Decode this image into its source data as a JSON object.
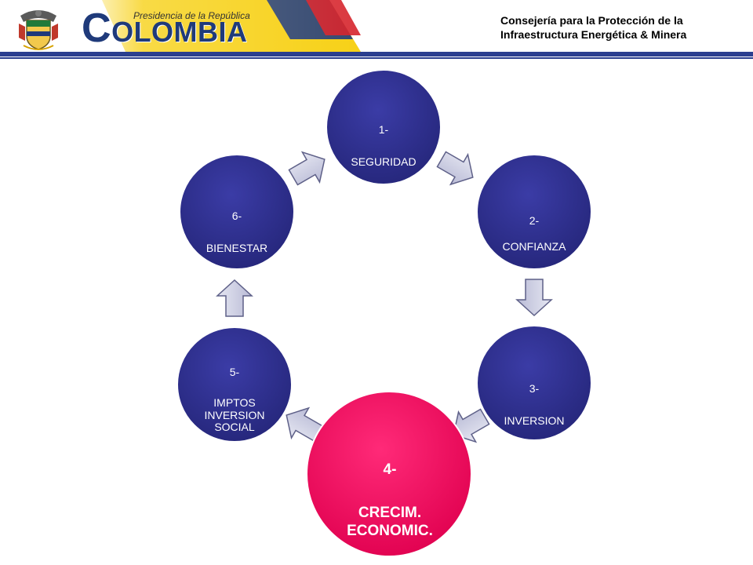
{
  "header": {
    "logo_small": "Presidencia de la República",
    "logo_big": "COLOMBIA",
    "org_line1": "Consejería para la Protección de la",
    "org_line2": "Infraestructura Energética & Minera"
  },
  "colors": {
    "node_fill": "#2e2f8e",
    "highlight_fill": "#f5005c",
    "arrow_fill": "#c9cbe0",
    "rule": "#2b3f8f",
    "flag_yellow": "#f7d117",
    "flag_blue": "#1f3a7a",
    "flag_red": "#d6222a"
  },
  "cycle": {
    "nodes": [
      {
        "number": "1-",
        "label": "SEGURIDAD"
      },
      {
        "number": "2-",
        "label": "CONFIANZA"
      },
      {
        "number": "3-",
        "label": "INVERSION"
      },
      {
        "number": "4-",
        "label": "CRECIM.\nECONOMIC.",
        "highlight": true
      },
      {
        "number": "5-",
        "label": "IMPTOS\nINVERSION\nSOCIAL"
      },
      {
        "number": "6-",
        "label": "BIENESTAR"
      }
    ]
  }
}
